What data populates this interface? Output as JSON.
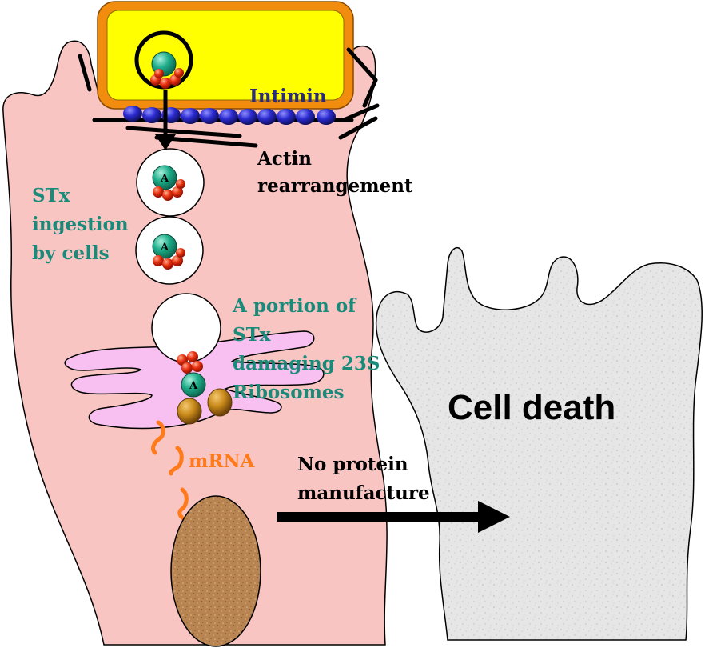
{
  "labels": {
    "intimin": "Intimin",
    "actin_line1": "Actin",
    "actin_line2": "rearrangement",
    "stx_line1": "STx",
    "stx_line2": "ingestion",
    "stx_line3": "by cells",
    "portion_line1": "A portion of",
    "portion_line2": "STx",
    "portion_line3": "damaging 23S",
    "portion_line4": "Ribosomes",
    "mrna": "mRNA",
    "noprotein_line1": "No protein",
    "noprotein_line2": "manufacture",
    "cell_death": "Cell death",
    "subunit_a": "A"
  },
  "colors": {
    "host_cell": "#f9c5c3",
    "bacterium_fill": "#ffff00",
    "bacterium_border": "#f28c0f",
    "intimin_beads": "#2a2ad0",
    "stx_a_subunit": "#1fae8a",
    "stx_b_subunits": "#e83010",
    "er_golgi": "#f7c0f0",
    "ribosome": "#c98a1a",
    "mrna": "#ff7a1a",
    "nucleus": "#b07a4a",
    "dead_cell": "#e4e4e4",
    "teal_text": "#1a8a7a",
    "navy_text": "#2a2a80"
  },
  "icons": {
    "bacterium": "bacterium-icon",
    "stx_toxin": "shiga-toxin-icon",
    "ribosome": "ribosome-icon",
    "nucleus": "nucleus-icon",
    "dead_cell": "dead-cell-icon",
    "arrow": "arrow-icon"
  }
}
